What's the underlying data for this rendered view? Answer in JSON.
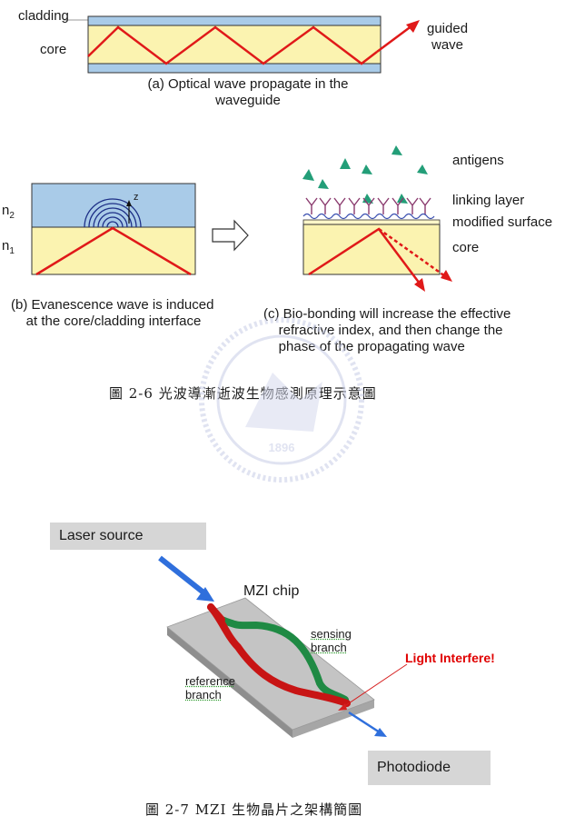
{
  "figure_a": {
    "cladding_label": "cladding",
    "core_label": "core",
    "guided_wave_label": "guided\nwave",
    "caption": "(a) Optical wave propagate in the\nwaveguide"
  },
  "figure_b": {
    "n2_label": "n2",
    "n1_label": "n1",
    "z_label": "z",
    "caption": "(b) Evanescence wave is induced\n    at the core/cladding interface"
  },
  "figure_c": {
    "antigens_label": "antigens",
    "linking_layer_label": "linking layer",
    "modified_surface_label": "modified surface",
    "core_label": "core",
    "caption": "(c) Bio-bonding will increase the effective\n    refractive index, and then change the\n    phase of the propagating wave"
  },
  "fig_2_6_caption": "圖 2-6   光波導漸逝波生物感測原理示意圖",
  "figure_mzi": {
    "laser_source_label": "Laser source",
    "chip_label": "MZI chip",
    "sensing_branch_label": "sensing\nbranch",
    "reference_branch_label": "reference\nbranch",
    "interfere_label": "Light Interfere!",
    "photodiode_label": "Photodiode"
  },
  "fig_2_7_caption": "圖 2-7   MZI 生物晶片之架構簡圖",
  "watermark_text": "1896",
  "colors": {
    "cladding_blue": "#a9cbe8",
    "core_yellow": "#fbf3b0",
    "ray_red": "#e01919",
    "wave_navy": "#1c2e86",
    "antigen_green": "#239e78",
    "chip_grey": "#c4c4c4",
    "sensing_green": "#1f8a44",
    "arrow_blue": "#2f6fdc",
    "box_grey": "#d6d6d6",
    "watermark": "#c8cde6"
  }
}
